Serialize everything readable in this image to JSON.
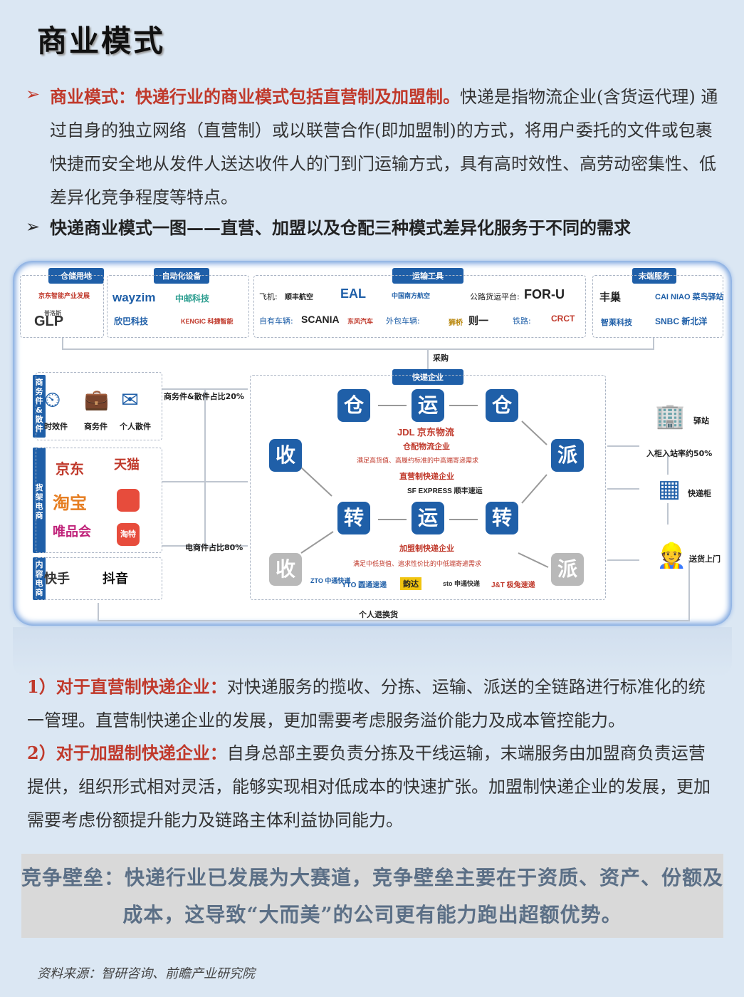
{
  "title": "商业模式",
  "bullet1": {
    "label": "商业模式：快递行业的商业模式包括直营制及加盟制。",
    "text": "快递是指物流企业(含货运代理) 通过自身的独立网络（直营制）或以联营合作(即加盟制)的方式，将用户委托的文件或包裹快捷而安全地从发件人送达收件人的门到门运输方式，具有高时效性、高劳动密集性、低差异化竞争程度等特点。"
  },
  "bullet2": "快递商业模式一图——直营、加盟以及仓配三种模式差异化服务于不同的需求",
  "diagram": {
    "headers": {
      "storage": "仓储用地",
      "automation": "自动化设备",
      "transport": "运输工具",
      "terminal": "末端服务",
      "express": "快递企业"
    },
    "storage_logos": [
      "京东智能产业发展",
      "GLP",
      "普洛斯"
    ],
    "automation_logos": [
      "wayzim",
      "中邮科技",
      "欣巴科技",
      "KENGIC 科捷智能"
    ],
    "transport": {
      "plane_label": "飞机:",
      "plane_logos": [
        "顺丰航空",
        "EAL",
        "中国南方航空"
      ],
      "road_label": "公路货运平台:",
      "road_logo": "FOR-U",
      "own_label": "自有车辆:",
      "own_logos": [
        "SCANIA",
        "东风汽车"
      ],
      "outsource_label": "外包车辆:",
      "outsource_logos": [
        "狮桥",
        "则一"
      ],
      "rail_label": "铁路:",
      "rail_logo": "CRCT"
    },
    "terminal_logos": [
      "丰巢",
      "CAI NIAO 菜鸟驿站",
      "智莱科技",
      "SNBC 新北洋"
    ],
    "purchase": "采购",
    "side_labels": [
      "商务件&散件",
      "货架电商",
      "内容电商"
    ],
    "business_items": [
      "时效件",
      "商务件",
      "个人散件"
    ],
    "business_share": "商务件&散件占比20%",
    "ecommerce_logos": [
      "京东",
      "天猫",
      "淘宝",
      "唯品会",
      "淘特"
    ],
    "content_logos": [
      "快手",
      "抖音"
    ],
    "ecommerce_share": "电商件占比80%",
    "nodes": {
      "store1": "仓",
      "transport1": "运",
      "store2": "仓",
      "collect": "收",
      "deliver": "派",
      "transfer1": "转",
      "transport2": "运",
      "transfer2": "转",
      "collect2": "收",
      "deliver2": "派"
    },
    "warehouse_co": {
      "logo": "JDL 京东物流",
      "label": "仓配物流企业",
      "desc": "满足高货值、高履约标准的中高端寄递需求"
    },
    "direct_co": {
      "label": "直营制快递企业",
      "logo": "SF EXPRESS 顺丰速运"
    },
    "franchise_co": {
      "label": "加盟制快递企业",
      "desc": "满足中低货值、追求性价比的中低端寄递需求",
      "logos": [
        "ZTO 中通快递",
        "YTO 圆通速递",
        "韵达",
        "sto 申通快递",
        "J&T 极兔速递"
      ]
    },
    "terminal_right": {
      "station": "驿站",
      "rate": "入柜入站率约50%",
      "locker": "快递柜",
      "door": "送货上门"
    },
    "return_label": "个人退换货"
  },
  "para1": {
    "label": "1）对于直营制快递企业：",
    "text": "对快递服务的揽收、分拣、运输、派送的全链路进行标准化的统一管理。直营制快递企业的发展，更加需要考虑服务溢价能力及成本管控能力。"
  },
  "para2": {
    "label": "2）对于加盟制快递企业：",
    "text": "自身总部主要负责分拣及干线运输，末端服务由加盟商负责运营提供，组织形式相对灵活，能够实现相对低成本的快速扩张。加盟制快递企业的发展，更加需要考虑份额提升能力及链路主体利益协同能力。"
  },
  "conclusion": "竞争壁垒：快递行业已发展为大赛道，竞争壁垒主要在于资质、资产、份额及成本，这导致“大而美”的公司更有能力跑出超额优势。",
  "source": "资料来源：智研咨询、前瞻产业研究院",
  "colors": {
    "primary": "#1f5fa8",
    "accent": "#c0392b",
    "background": "#dbe7f3"
  }
}
